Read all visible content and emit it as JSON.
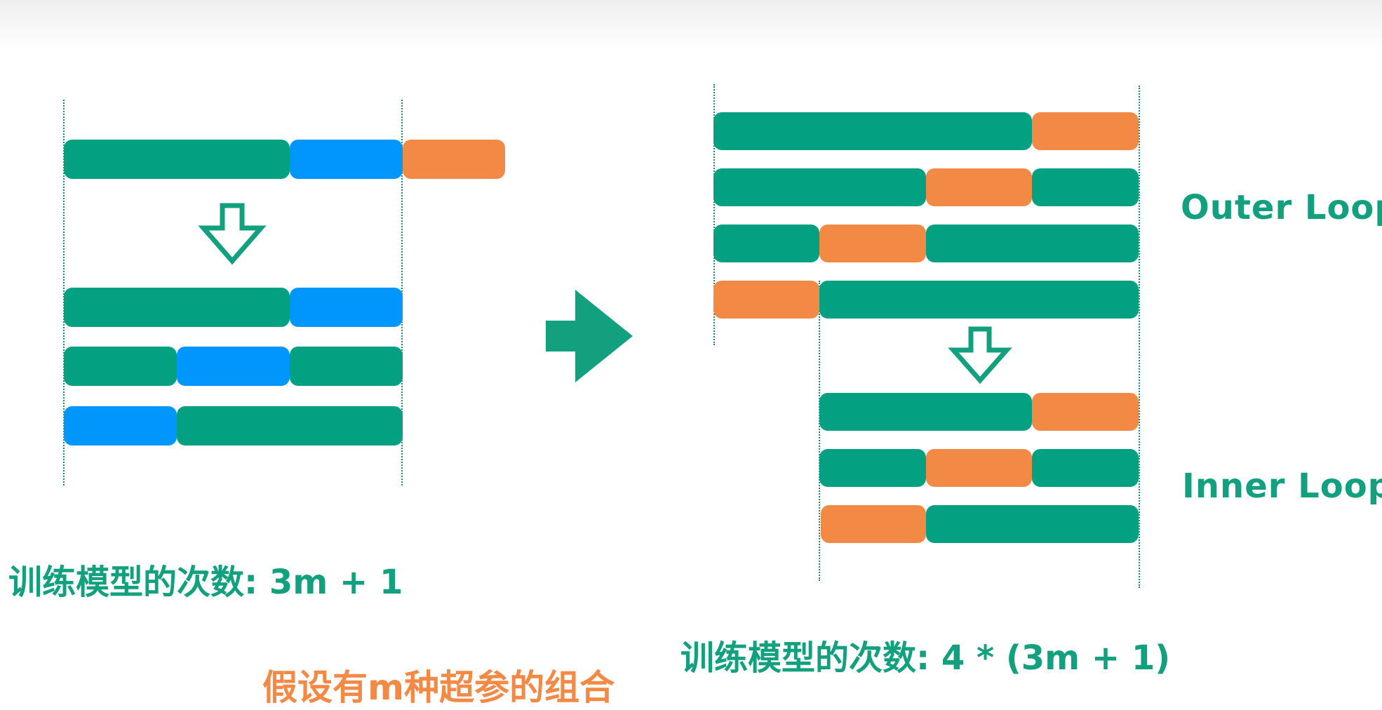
{
  "labels": {
    "outer_loop": "Outer Loop",
    "inner_loop": "Inner Loop",
    "left_count": "训练模型的次数: 3m + 1",
    "right_count": "训练模型的次数: 4 * (3m + 1)",
    "assumption": "假设有m种超参的组合"
  },
  "colors": {
    "train": "#03a181",
    "validation": "#0196fb",
    "test": "#f28a46",
    "arrow": "#13a07e"
  },
  "icons": {
    "down_arrow": "hollow-down-arrow-icon",
    "right_arrow": "solid-right-arrow-icon"
  }
}
